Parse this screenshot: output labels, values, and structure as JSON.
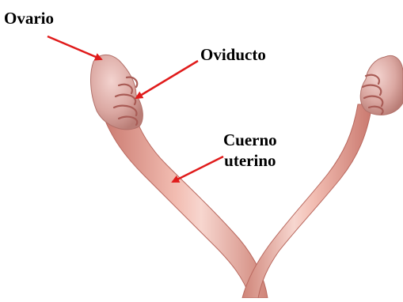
{
  "labels": {
    "ovario": "Ovario",
    "oviducto": "Oviducto",
    "cuerno_line1": "Cuerno",
    "cuerno_line2": "uterino"
  },
  "colors": {
    "arrow": "#e01b1b",
    "tissue": "#e9a69a",
    "tissue_shadow": "#c9786e",
    "tissue_highlight": "#f7d6cf",
    "ovary": "#e2b3ae",
    "label_text": "#000000",
    "background": "#ffffff"
  },
  "icons": {
    "arrow": "red-arrow"
  }
}
